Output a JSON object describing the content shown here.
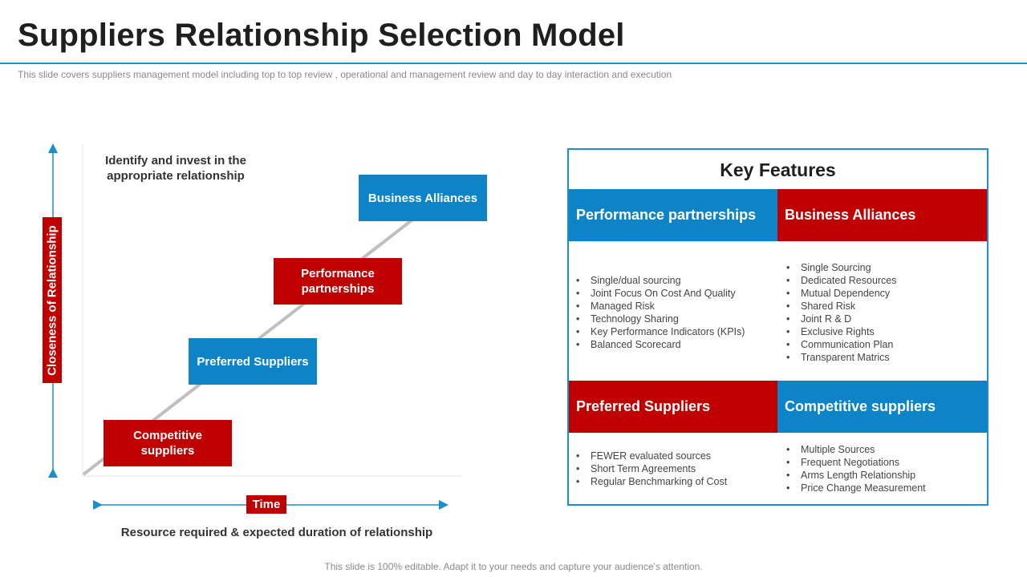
{
  "title": "Suppliers Relationship Selection Model",
  "subtitle": "This slide covers suppliers management model including top to top review , operational and management review and day to day interaction and execution",
  "diagram": {
    "heading": "Identify and invest in the appropriate relationship",
    "y_axis_label": "Closeness of Relationship",
    "x_axis_label": "Time",
    "x_caption": "Resource required & expected duration of relationship",
    "steps": [
      {
        "label": "Competitive suppliers",
        "color": "#c00000"
      },
      {
        "label": "Preferred Suppliers",
        "color": "#0d84c8"
      },
      {
        "label": "Performance partnerships",
        "color": "#c00000"
      },
      {
        "label": "Business Alliances",
        "color": "#0d84c8"
      }
    ]
  },
  "key_features": {
    "title": "Key Features",
    "cells": [
      {
        "heading": "Performance partnerships",
        "color": "#0d84c8",
        "items": [
          "Single/dual sourcing",
          "Joint Focus On Cost And Quality",
          "Managed Risk",
          "Technology Sharing",
          "Key Performance Indicators (KPIs)",
          "Balanced Scorecard"
        ]
      },
      {
        "heading": "Business Alliances",
        "color": "#c00000",
        "items": [
          "Single Sourcing",
          "Dedicated Resources",
          "Mutual Dependency",
          "Shared Risk",
          "Joint R & D",
          "Exclusive Rights",
          "Communication Plan",
          "Transparent Matrics"
        ]
      },
      {
        "heading": "Preferred Suppliers",
        "color": "#c00000",
        "items": [
          "FEWER evaluated sources",
          "Short Term Agreements",
          "Regular Benchmarking of Cost"
        ]
      },
      {
        "heading": "Competitive suppliers",
        "color": "#0d84c8",
        "items": [
          "Multiple Sources",
          "Frequent Negotiations",
          "Arms Length Relationship",
          "Price Change Measurement"
        ]
      }
    ]
  },
  "footer": "This slide is 100% editable. Adapt it to your needs and capture your audience's attention."
}
